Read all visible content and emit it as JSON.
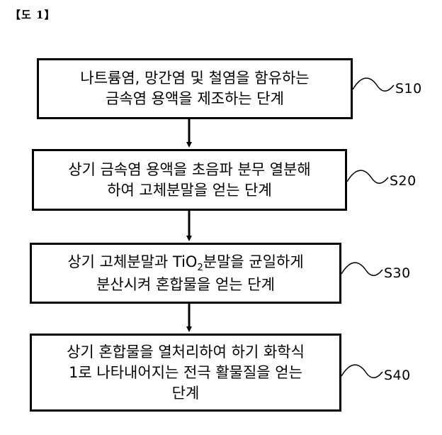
{
  "figure_label": "【도 1】",
  "steps": [
    {
      "id": "S10",
      "lines": [
        {
          "text": "나트륨염, 망간염 및 철염을 함유하는"
        },
        {
          "text": "금속염 용액을 제조하는 단계"
        }
      ]
    },
    {
      "id": "S20",
      "lines": [
        {
          "text": "상기 금속염 용액을 초음파 분무 열분해"
        },
        {
          "text": "하여 고체분말을 얻는 단계"
        }
      ]
    },
    {
      "id": "S30",
      "lines": [
        {
          "pre": "상기 고체분말과 TiO",
          "sub": "2",
          "post": "분말을 균일하게"
        },
        {
          "text": "분산시켜 혼합물을 얻는 단계"
        }
      ]
    },
    {
      "id": "S40",
      "lines": [
        {
          "text": "상기 혼합물을 열처리하여 하기 화학식"
        },
        {
          "text": "1로 나타내어지는 전극 활물질을 얻는"
        },
        {
          "text": "단계"
        }
      ]
    }
  ]
}
